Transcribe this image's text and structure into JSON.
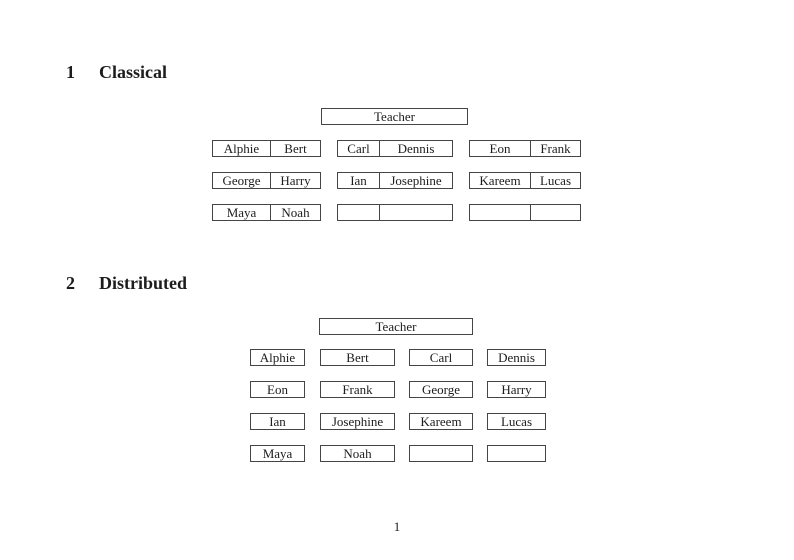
{
  "sections": [
    {
      "number": "1",
      "title": "Classical"
    },
    {
      "number": "2",
      "title": "Distributed"
    }
  ],
  "classical": {
    "teacher_label": "Teacher",
    "rows": [
      [
        {
          "left": "Alphie",
          "right": "Bert"
        },
        {
          "left": "Carl",
          "right": "Dennis"
        },
        {
          "left": "Eon",
          "right": "Frank"
        }
      ],
      [
        {
          "left": "George",
          "right": "Harry"
        },
        {
          "left": "Ian",
          "right": "Josephine"
        },
        {
          "left": "Kareem",
          "right": "Lucas"
        }
      ],
      [
        {
          "left": "Maya",
          "right": "Noah"
        },
        {
          "left": "",
          "right": ""
        },
        {
          "left": "",
          "right": ""
        }
      ]
    ]
  },
  "distributed": {
    "teacher_label": "Teacher",
    "rows": [
      [
        "Alphie",
        "Bert",
        "Carl",
        "Dennis"
      ],
      [
        "Eon",
        "Frank",
        "George",
        "Harry"
      ],
      [
        "Ian",
        "Josephine",
        "Kareem",
        "Lucas"
      ],
      [
        "Maya",
        "Noah",
        "",
        ""
      ]
    ]
  },
  "page_number": "1",
  "colors": {
    "background": "#ffffff",
    "border": "#454545",
    "text": "#1c1c1c"
  }
}
